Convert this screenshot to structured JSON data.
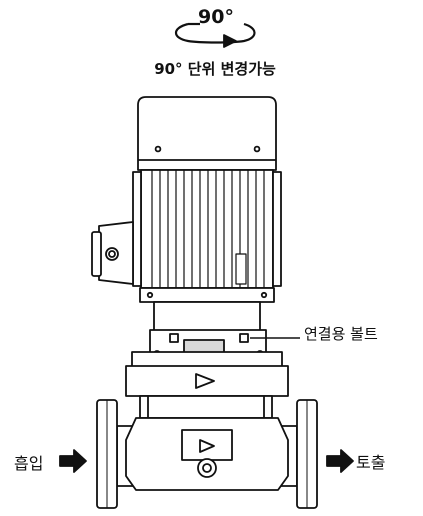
{
  "rotation": {
    "angle_text": "90°",
    "caption": "90° 단위 변경가능"
  },
  "labels": {
    "bolt": "연결용 볼트",
    "inlet": "흡입",
    "outlet": "토출"
  },
  "colors": {
    "line": "#111111",
    "fill": "#ffffff",
    "shade": "#d8d8d8"
  }
}
